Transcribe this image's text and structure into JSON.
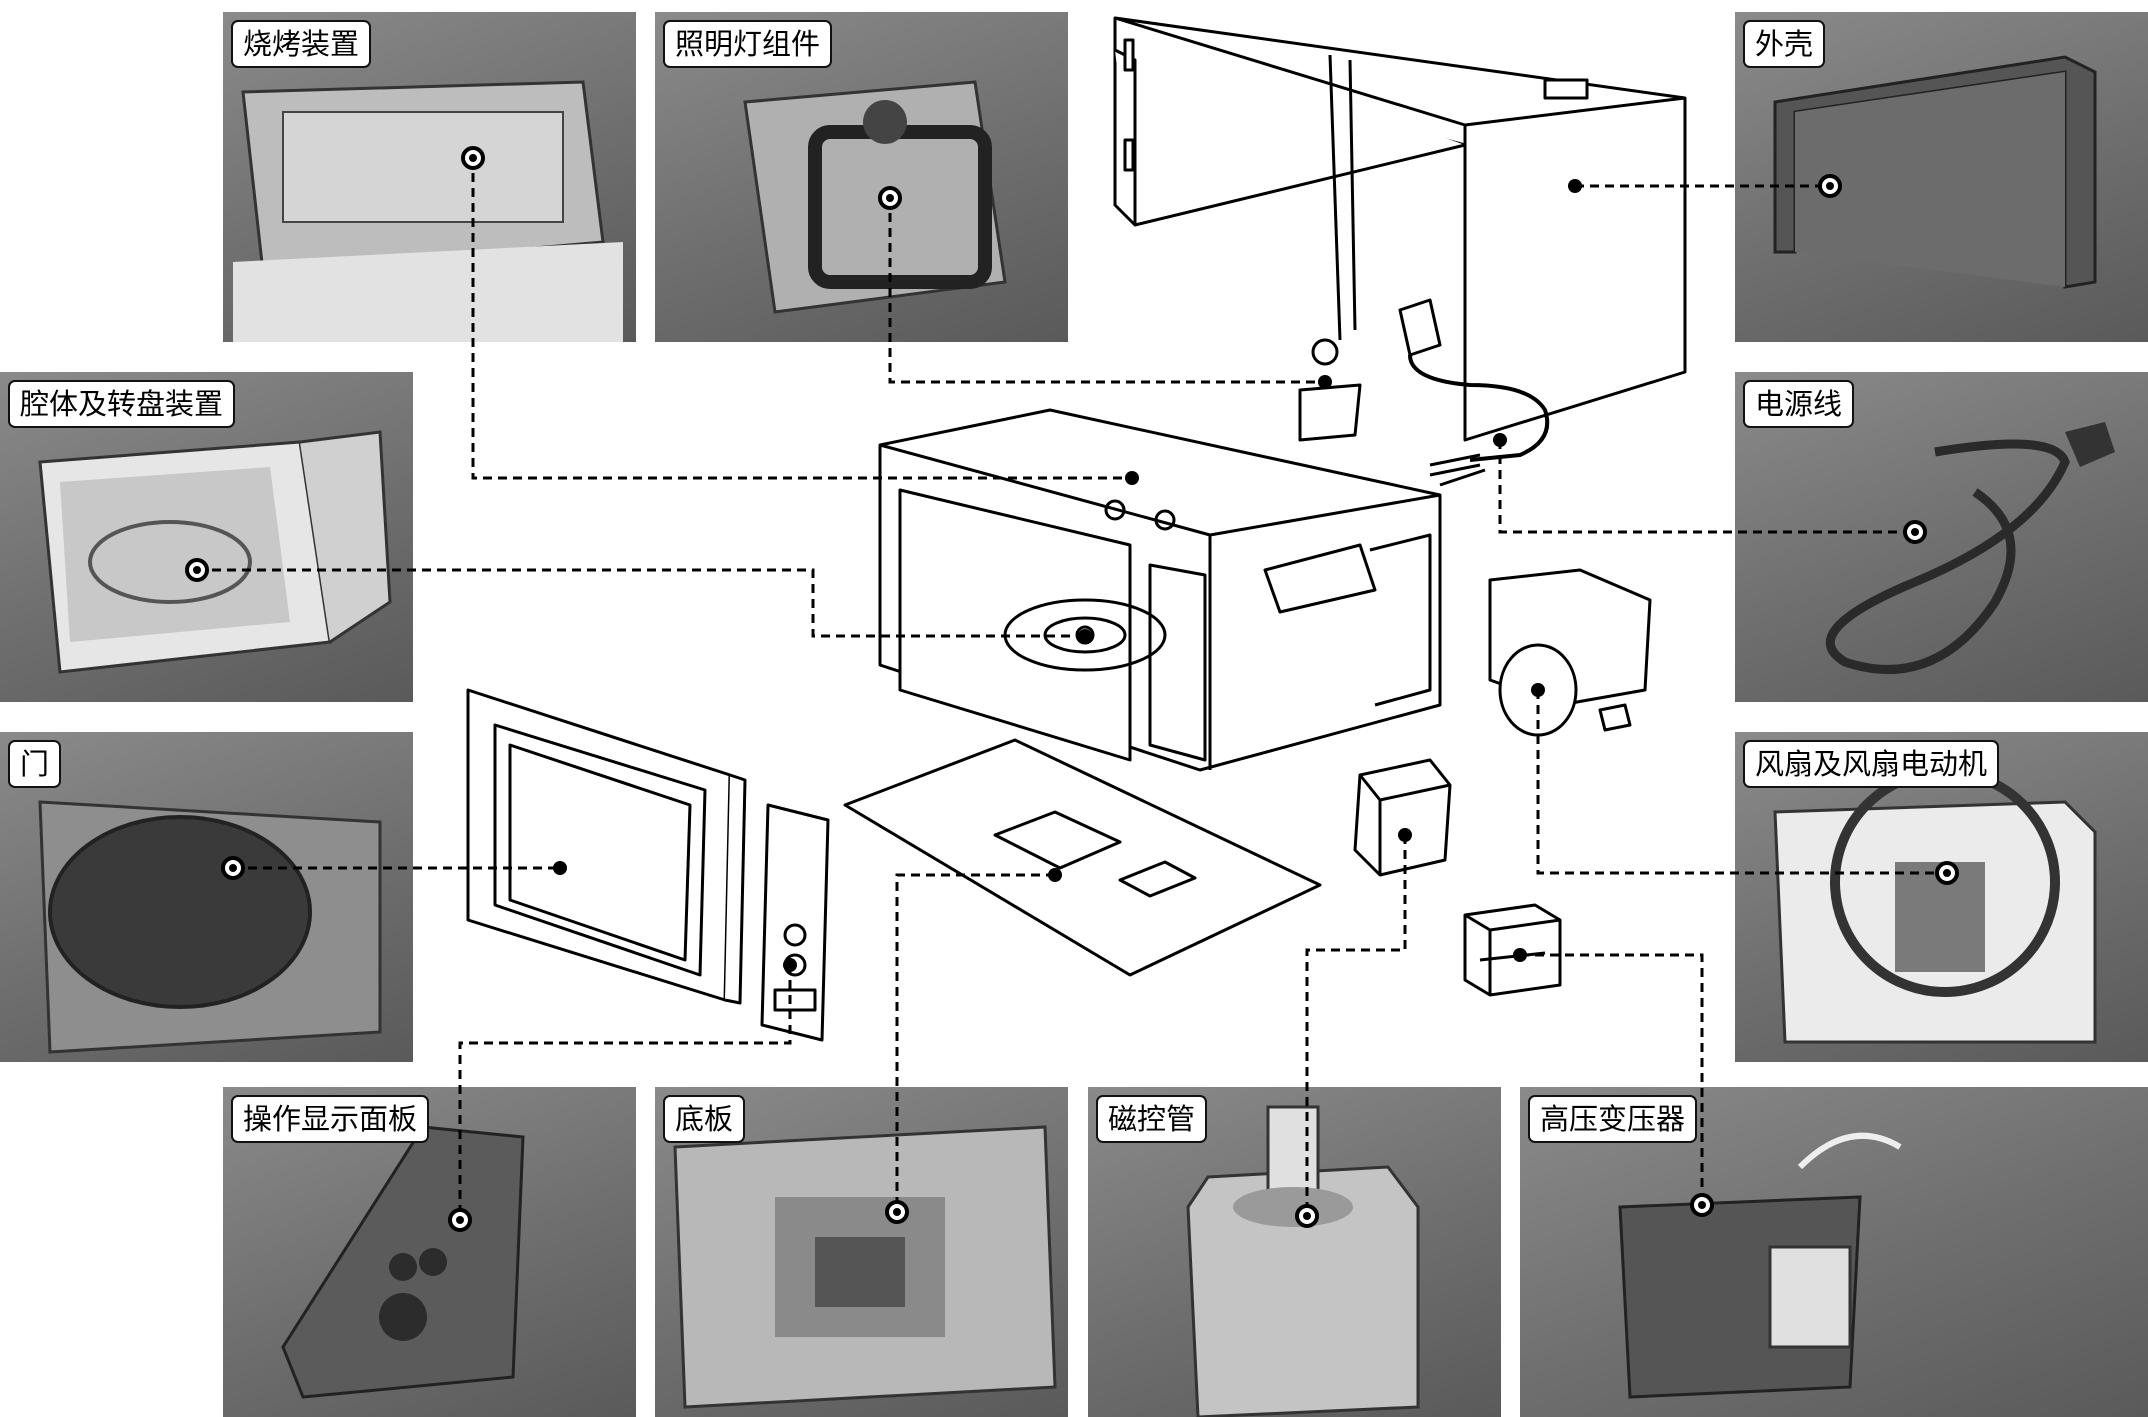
{
  "components": {
    "grill": "烧烤装置",
    "lamp": "照明灯组件",
    "shell": "外壳",
    "cavity": "腔体及转盘装置",
    "cord": "电源线",
    "door": "门",
    "fan": "风扇及风扇电动机",
    "panel": "操作显示面板",
    "base": "底板",
    "magnetron": "磁控管",
    "transformer": "高压变压器"
  }
}
